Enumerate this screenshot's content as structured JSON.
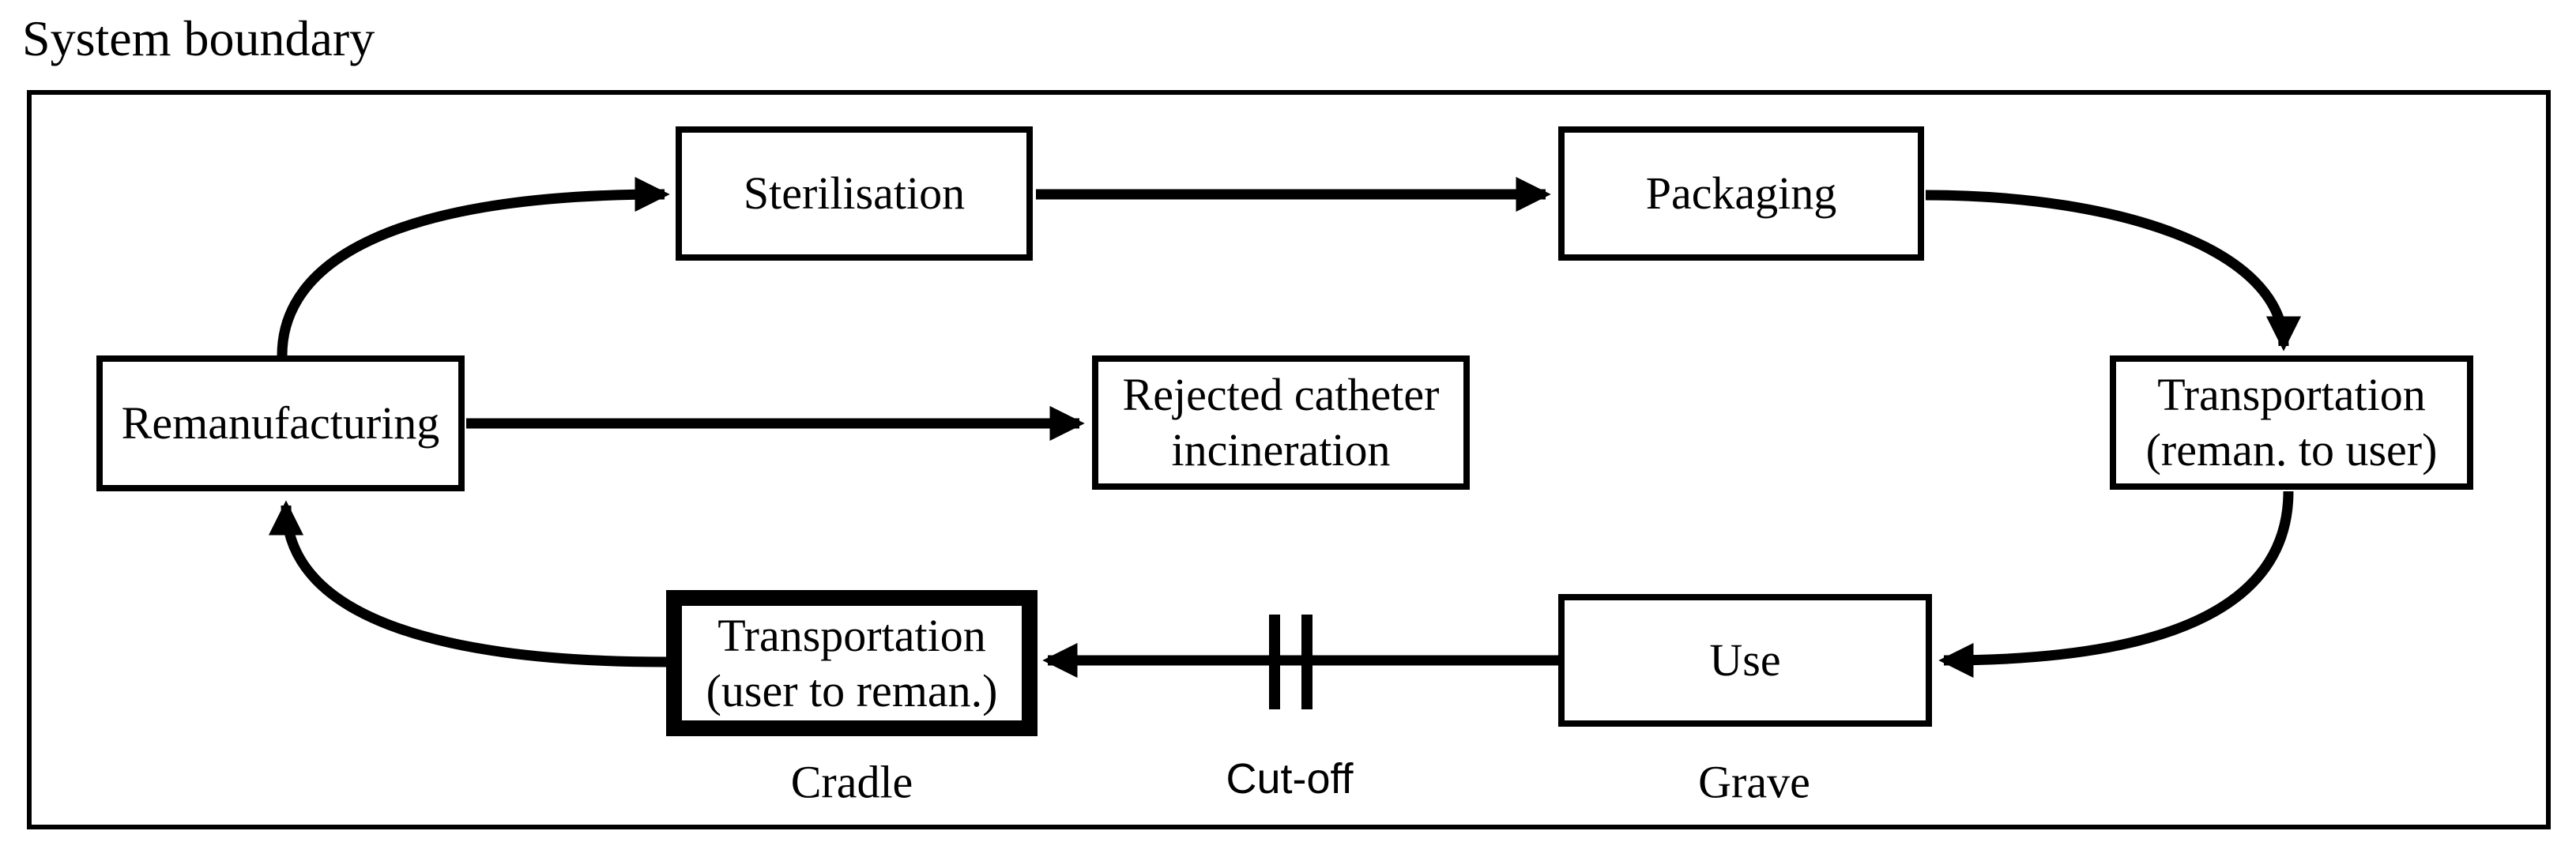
{
  "title": "System boundary",
  "diagram": {
    "nodes": {
      "sterilisation": {
        "label": "Sterilisation"
      },
      "packaging": {
        "label": "Packaging"
      },
      "remanufacturing": {
        "label": "Remanufacturing"
      },
      "rejected_incineration": {
        "line1": "Rejected catheter",
        "line2": "incineration"
      },
      "transport_reman_to_user": {
        "line1": "Transportation",
        "line2": "(reman. to user)"
      },
      "transport_user_to_reman": {
        "line1": "Transportation",
        "line2": "(user to reman.)",
        "emphasis": "thick-border"
      },
      "use": {
        "label": "Use"
      }
    },
    "stage_labels": {
      "cradle": "Cradle",
      "cutoff": "Cut-off",
      "grave": "Grave"
    },
    "edges": [
      {
        "from": "remanufacturing",
        "to": "sterilisation",
        "style": "curved-arrow"
      },
      {
        "from": "sterilisation",
        "to": "packaging",
        "style": "straight-arrow"
      },
      {
        "from": "packaging",
        "to": "transport_reman_to_user",
        "style": "curved-arrow"
      },
      {
        "from": "transport_reman_to_user",
        "to": "use",
        "style": "curved-arrow"
      },
      {
        "from": "use",
        "to": "transport_user_to_reman",
        "style": "straight-arrow",
        "mark": "cut-off double bar"
      },
      {
        "from": "transport_user_to_reman",
        "to": "remanufacturing",
        "style": "curved-arrow"
      },
      {
        "from": "remanufacturing",
        "to": "rejected_incineration",
        "style": "straight-arrow"
      }
    ],
    "colors": {
      "line": "#000000",
      "background": "#ffffff"
    }
  }
}
